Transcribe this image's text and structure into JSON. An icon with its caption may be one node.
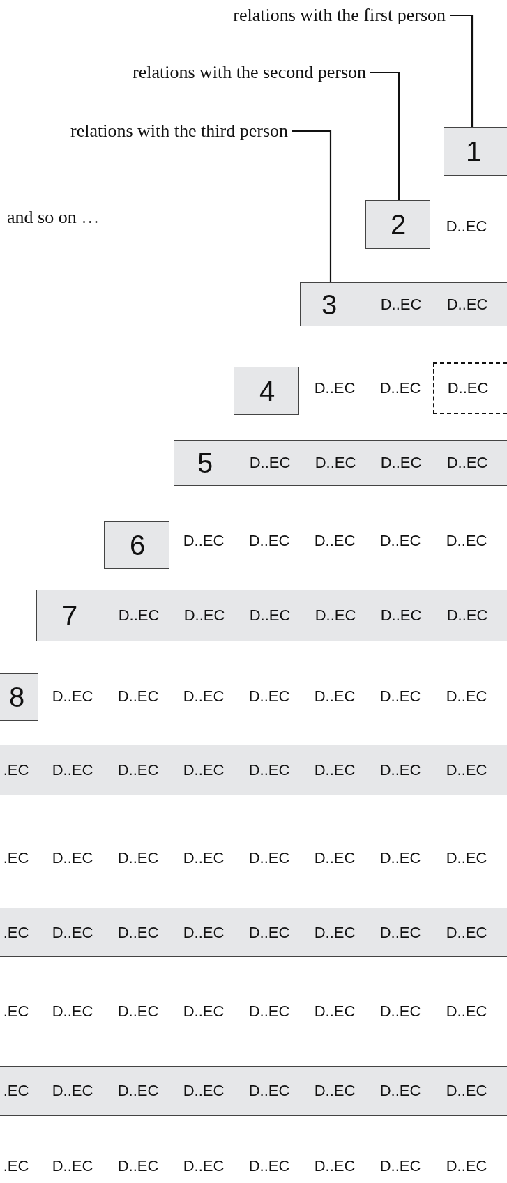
{
  "diagram": {
    "nodes": [
      {
        "text": [
          "relations with the first person"
        ]
      },
      {
        "text": [
          "relations with the second person"
        ]
      },
      {
        "text": [
          "relations with the third person"
        ]
      },
      {
        "text": [
          "1"
        ]
      },
      {
        "text": [
          "2"
        ]
      },
      {
        "text": [
          "3",
          "D..EC",
          "D..EC"
        ]
      },
      {
        "text": [
          "4"
        ]
      },
      {
        "text": [
          "D..EC"
        ]
      },
      {
        "text": [
          "5",
          "D..EC",
          "D..EC",
          "D..EC",
          "D..EC"
        ]
      },
      {
        "text": [
          "6"
        ]
      },
      {
        "text": [
          "7",
          "D..EC",
          "D..EC",
          "D..EC",
          "D..EC",
          "D..EC",
          "D..EC"
        ]
      },
      {
        "text": [
          "8"
        ]
      },
      {
        "text": [
          ".EC",
          "D..EC",
          "D..EC",
          "D..EC",
          "D..EC",
          "D..EC",
          "D..EC",
          "D..EC"
        ]
      },
      {
        "text": [
          ".EC",
          "D..EC",
          "D..EC",
          "D..EC",
          "D..EC",
          "D..EC",
          "D..EC",
          "D..EC"
        ]
      },
      {
        "text": [
          ".EC",
          "D..EC",
          "D..EC",
          "D..EC",
          "D..EC",
          "D..EC",
          "D..EC",
          "D..EC"
        ]
      }
    ],
    "edges": [
      {
        "from": 0,
        "to": 3,
        "arrow": "none"
      },
      {
        "from": 1,
        "to": 4,
        "arrow": "none"
      },
      {
        "from": 2,
        "to": 5,
        "arrow": "none"
      }
    ],
    "labels": [
      "and so on …",
      "D..EC",
      "D..EC",
      "D..EC",
      "D..EC",
      "D..EC",
      "D..EC",
      "D..EC",
      "D..EC",
      "D..EC",
      "D..EC",
      "D..EC",
      "D..EC",
      "D..EC",
      "D..EC",
      "D..EC",
      ".EC",
      "D..EC",
      "D..EC",
      "D..EC",
      "D..EC",
      "D..EC",
      "D..EC",
      "D..EC",
      ".EC",
      "D..EC",
      "D..EC",
      "D..EC",
      "D..EC",
      "D..EC",
      "D..EC",
      "D..EC",
      ".EC",
      "D..EC",
      "D..EC",
      "D..EC",
      "D..EC",
      "D..EC",
      "D..EC",
      "D..EC"
    ]
  }
}
